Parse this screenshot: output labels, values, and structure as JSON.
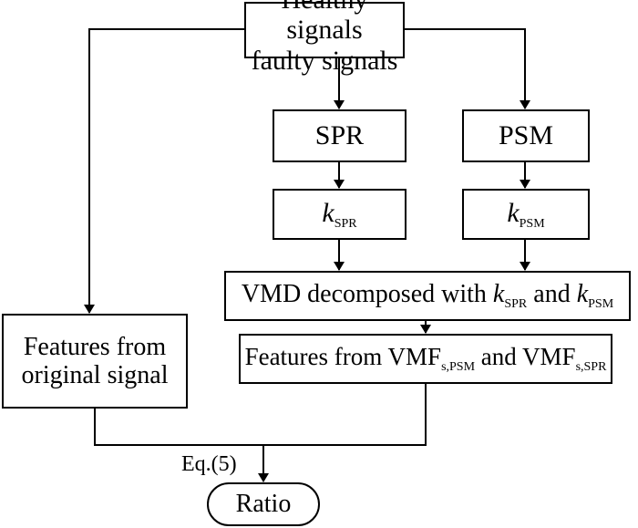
{
  "nodes": {
    "input": {
      "line1": "Healthy signals",
      "line2": "faulty signals"
    },
    "spr": {
      "label": "SPR"
    },
    "psm": {
      "label": "PSM"
    },
    "k_spr": {
      "k": "k",
      "sub": "SPR"
    },
    "k_psm": {
      "k": "k",
      "sub": "PSM"
    },
    "vmd": {
      "prefix": "VMD decomposed with ",
      "k1": "k",
      "sub1": "SPR",
      "mid": " and ",
      "k2": "k",
      "sub2": "PSM"
    },
    "features_original": {
      "line1": "Features from",
      "line2": "original signal"
    },
    "features_vmf": {
      "prefix": "Features from VMF",
      "sub1": "s,PSM",
      "mid": " and VMF",
      "sub2": "s,SPR"
    },
    "ratio": {
      "label": "Ratio"
    }
  },
  "edges": {
    "eq_label": "Eq.(5)"
  }
}
